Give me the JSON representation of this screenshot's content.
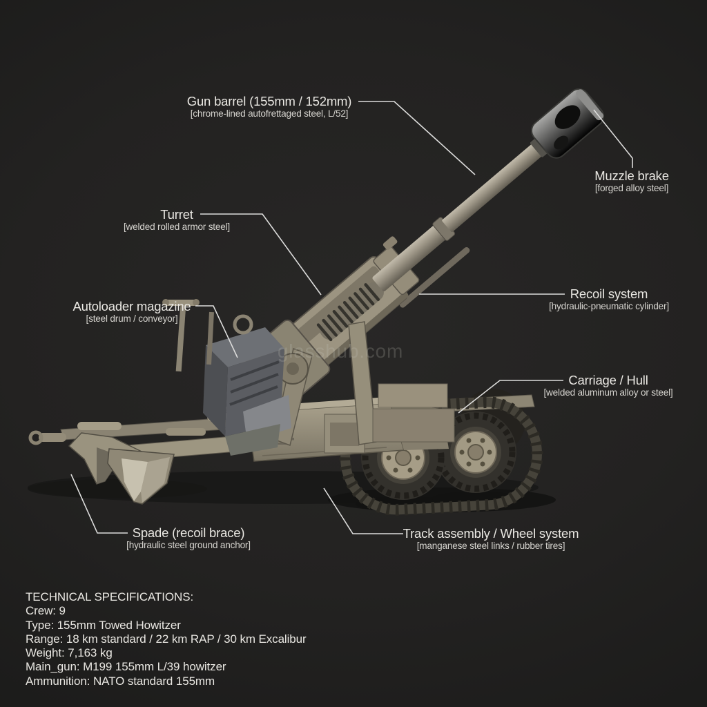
{
  "watermark": {
    "text": "glasshub.com"
  },
  "callouts": [
    {
      "id": "gun-barrel",
      "title": "Gun barrel (155mm / 152mm)",
      "subtitle": "[chrome-lined autofrettaged steel, L/52]"
    },
    {
      "id": "muzzle-brake",
      "title": "Muzzle brake",
      "subtitle": "[forged alloy steel]"
    },
    {
      "id": "turret",
      "title": "Turret",
      "subtitle": "[welded rolled armor steel]"
    },
    {
      "id": "autoloader-magazine",
      "title": "Autoloader magazine",
      "subtitle": "[steel drum / conveyor]"
    },
    {
      "id": "recoil-system",
      "title": "Recoil system",
      "subtitle": "[hydraulic-pneumatic cylinder]"
    },
    {
      "id": "carriage-hull",
      "title": "Carriage / Hull",
      "subtitle": "[welded aluminum alloy or steel]"
    },
    {
      "id": "spade",
      "title": "Spade (recoil brace)",
      "subtitle": "[hydraulic steel ground anchor]"
    },
    {
      "id": "track-assembly",
      "title": "Track assembly / Wheel system",
      "subtitle": "[manganese steel links / rubber tires]"
    }
  ],
  "specs": {
    "heading": "TECHNICAL SPECIFICATIONS:",
    "lines": [
      "Crew: 9",
      "Type: 155mm Towed Howitzer",
      "Range: 18 km standard / 22 km RAP / 30 km Excalibur",
      "Weight: 7,163 kg",
      "Main_gun: M199 155mm L/39 howitzer",
      "Ammunition: NATO standard 155mm"
    ]
  },
  "illustration": {
    "subject": "155mm towed howitzer, three-quarter render on dark studio background",
    "palette": {
      "background": "#222120",
      "label_text": "#eae8e3",
      "leader_line": "#dddddc",
      "hull_tan": "#9a9381",
      "hull_dark": "#6f695c",
      "hull_light": "#b9b2a0",
      "tire": "#33312c",
      "rim": "#a29a84",
      "track": "#46433a",
      "magazine_gray": "#5b5d62",
      "chrome": "#c9c9c7",
      "ground_shadow": "#171716",
      "watermark": "#c3c1b9"
    }
  }
}
